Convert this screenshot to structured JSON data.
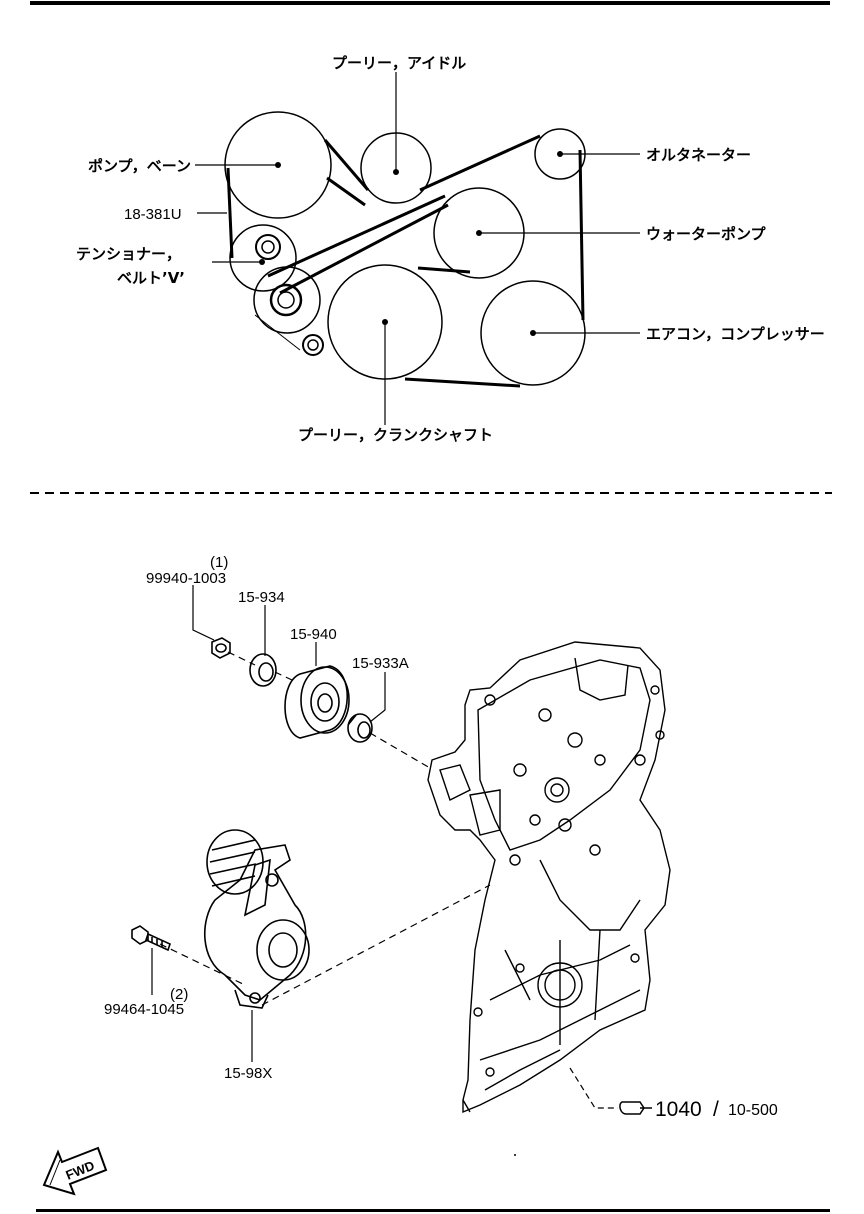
{
  "belt_diagram": {
    "labels": {
      "idler_pulley": "プーリー，アイドル",
      "vane_pump": "ポンプ，ベーン",
      "alternator": "オルタネーター",
      "part_18_381u": "18-381U",
      "water_pump": "ウォーターポンプ",
      "tensioner": "テンショナー，",
      "belt_v": "ベルト’V’",
      "ac_compressor": "エアコン，コンプレッサー",
      "crank_pulley": "プーリー，クランクシャフト"
    }
  },
  "exploded_view": {
    "parts": {
      "qty_1": "(1)",
      "nut": "99940-1003",
      "p15_934": "15-934",
      "p15_940": "15-940",
      "p15_933a": "15-933A",
      "qty_2": "(2)",
      "bolt": "99464-1045",
      "p15_98x": "15-98X"
    },
    "reference": {
      "main": "1040",
      "separator": "/",
      "sub": "10-500"
    },
    "fwd_label": "FWD"
  }
}
